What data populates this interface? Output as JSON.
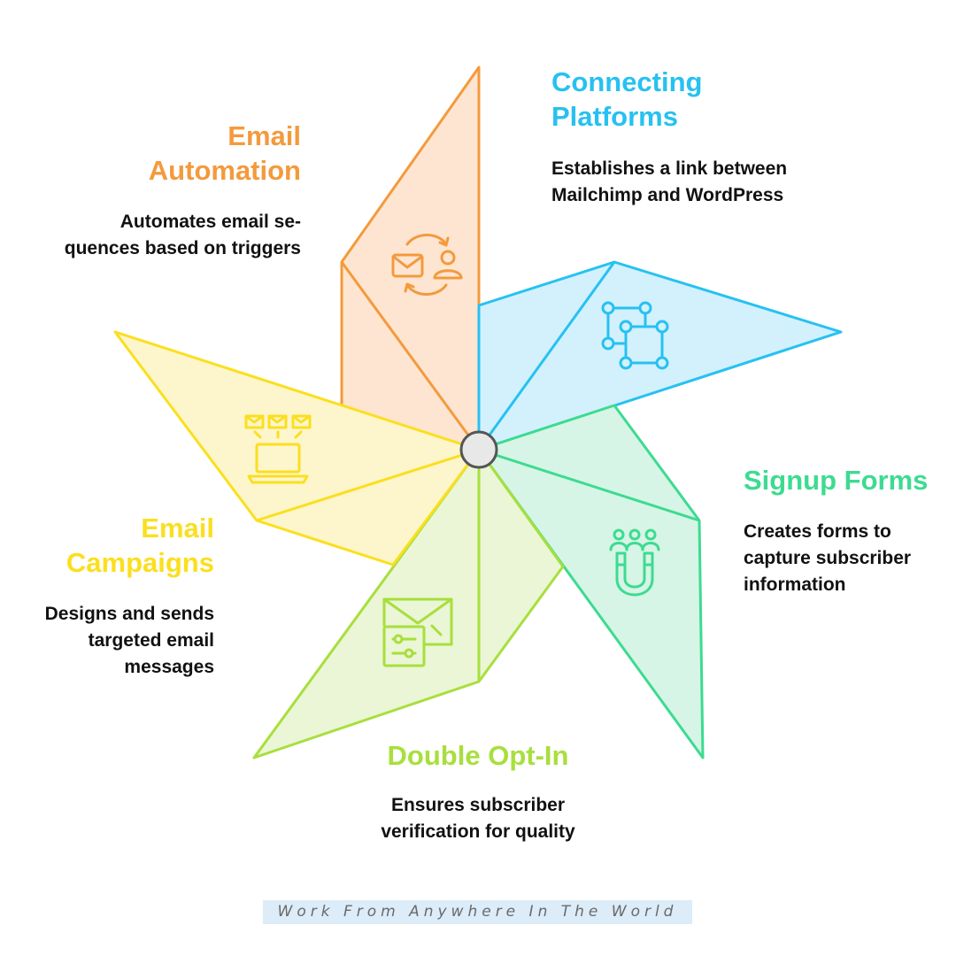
{
  "colors": {
    "connecting": "#27c1f1",
    "automation": "#f39a3d",
    "signup": "#3ddb91",
    "campaigns": "#fbdf1f",
    "optin": "#a8df3d",
    "hub": "#e8e8e8"
  },
  "sections": {
    "connecting": {
      "title_line1": "Connecting",
      "title_line2": "Platforms",
      "description": "Establishes a link between Mailchimp and WordPress",
      "icon": "network-nodes-icon"
    },
    "automation": {
      "title_line1": "Email",
      "title_line2": "Automation",
      "description": "Automates email se-quences based on triggers",
      "icon": "email-sync-user-icon"
    },
    "signup": {
      "title": "Signup Forms",
      "description": "Creates forms to capture subscriber information",
      "icon": "magnet-users-icon"
    },
    "campaigns": {
      "title_line1": "Email",
      "title_line2": "Campaigns",
      "description": "Designs and sends targeted email messages",
      "icon": "laptop-emails-icon"
    },
    "optin": {
      "title": "Double Opt-In",
      "description": "Ensures subscriber verification for quality",
      "icon": "email-settings-icon"
    }
  },
  "footer": {
    "text": "Work From Anywhere In The World"
  }
}
